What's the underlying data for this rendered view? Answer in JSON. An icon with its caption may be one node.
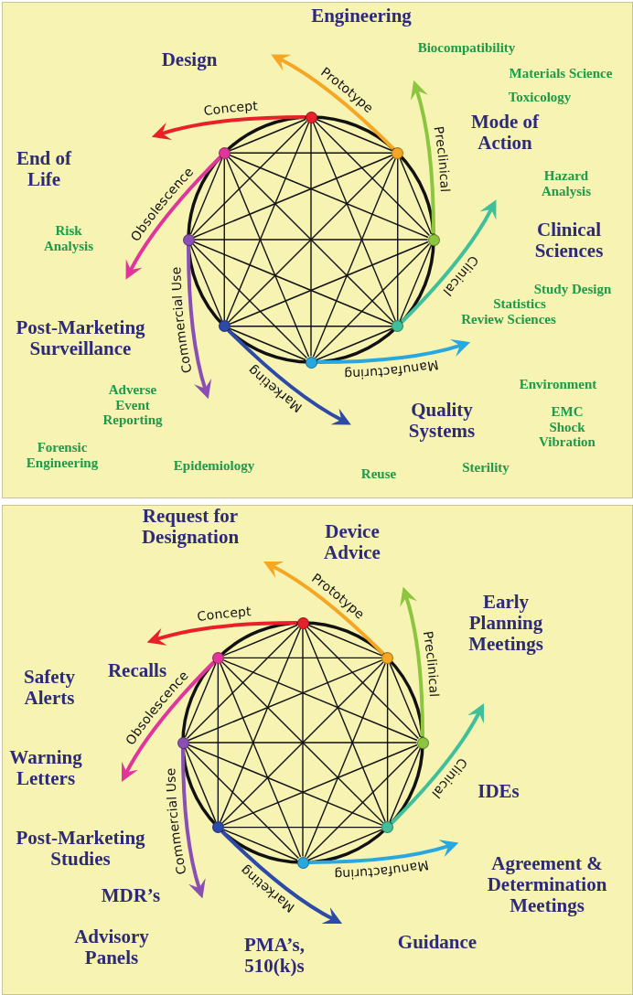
{
  "diagram": {
    "nodes": [
      {
        "text": [],
        "shape": "circle"
      },
      {
        "text": [],
        "shape": "circle"
      },
      {
        "text": [],
        "shape": "circle"
      },
      {
        "text": [],
        "shape": "circle"
      },
      {
        "text": [],
        "shape": "circle"
      },
      {
        "text": [],
        "shape": "circle"
      },
      {
        "text": [],
        "shape": "circle"
      },
      {
        "text": [],
        "shape": "circle"
      },
      {
        "text": [],
        "shape": "circle"
      },
      {
        "text": [],
        "shape": "circle"
      },
      {
        "text": [],
        "shape": "circle"
      },
      {
        "text": [],
        "shape": "circle"
      },
      {
        "text": [],
        "shape": "circle"
      },
      {
        "text": [],
        "shape": "circle"
      },
      {
        "text": [],
        "shape": "circle"
      },
      {
        "text": [],
        "shape": "circle"
      }
    ],
    "edges": [
      {
        "from": 0,
        "to": null,
        "arrow": "to",
        "label": "Concept",
        "style": "thick",
        "color": "#e8202a"
      },
      {
        "from": 1,
        "to": null,
        "arrow": "to",
        "label": "Prototype",
        "style": "thick",
        "color": "#f5a623"
      },
      {
        "from": 2,
        "to": null,
        "arrow": "to",
        "label": "Preclinical",
        "style": "thick",
        "color": "#8cc63f"
      },
      {
        "from": 3,
        "to": null,
        "arrow": "to",
        "label": "Clinical",
        "style": "thick",
        "color": "#3fbf9a"
      },
      {
        "from": 4,
        "to": null,
        "arrow": "to",
        "label": "Manufacturing",
        "style": "thick",
        "color": "#29a8e0"
      },
      {
        "from": 5,
        "to": null,
        "arrow": "to",
        "label": "Marketing",
        "style": "thick",
        "color": "#2e4aa8"
      },
      {
        "from": 6,
        "to": null,
        "arrow": "to",
        "label": "Commercial Use",
        "style": "thick",
        "color": "#8a4fb5"
      },
      {
        "from": 7,
        "to": null,
        "arrow": "to",
        "label": "Obsolescence",
        "style": "thick",
        "color": "#e0359a"
      },
      {
        "from": 0,
        "to": 1,
        "arrow": "none"
      },
      {
        "from": 0,
        "to": 2,
        "arrow": "none"
      },
      {
        "from": 0,
        "to": 3,
        "arrow": "none"
      },
      {
        "from": 0,
        "to": 4,
        "arrow": "none"
      },
      {
        "from": 0,
        "to": 5,
        "arrow": "none"
      },
      {
        "from": 0,
        "to": 6,
        "arrow": "none"
      },
      {
        "from": 0,
        "to": 7,
        "arrow": "none"
      },
      {
        "from": 1,
        "to": 2,
        "arrow": "none"
      },
      {
        "from": 1,
        "to": 3,
        "arrow": "none"
      },
      {
        "from": 1,
        "to": 4,
        "arrow": "none"
      },
      {
        "from": 1,
        "to": 5,
        "arrow": "none"
      },
      {
        "from": 1,
        "to": 6,
        "arrow": "none"
      },
      {
        "from": 1,
        "to": 7,
        "arrow": "none"
      },
      {
        "from": 2,
        "to": 3,
        "arrow": "none"
      },
      {
        "from": 2,
        "to": 4,
        "arrow": "none"
      },
      {
        "from": 2,
        "to": 5,
        "arrow": "none"
      },
      {
        "from": 2,
        "to": 6,
        "arrow": "none"
      },
      {
        "from": 2,
        "to": 7,
        "arrow": "none"
      },
      {
        "from": 3,
        "to": 4,
        "arrow": "none"
      },
      {
        "from": 3,
        "to": 5,
        "arrow": "none"
      },
      {
        "from": 3,
        "to": 6,
        "arrow": "none"
      },
      {
        "from": 3,
        "to": 7,
        "arrow": "none"
      },
      {
        "from": 4,
        "to": 5,
        "arrow": "none"
      },
      {
        "from": 4,
        "to": 6,
        "arrow": "none"
      },
      {
        "from": 4,
        "to": 7,
        "arrow": "none"
      },
      {
        "from": 5,
        "to": 6,
        "arrow": "none"
      },
      {
        "from": 5,
        "to": 7,
        "arrow": "none"
      },
      {
        "from": 6,
        "to": 7,
        "arrow": "none"
      },
      {
        "from": 8,
        "to": null,
        "arrow": "to",
        "label": "Concept",
        "style": "thick",
        "color": "#e8202a"
      },
      {
        "from": 9,
        "to": null,
        "arrow": "to",
        "label": "Prototype",
        "style": "thick",
        "color": "#f5a623"
      },
      {
        "from": 10,
        "to": null,
        "arrow": "to",
        "label": "Preclinical",
        "style": "thick",
        "color": "#8cc63f"
      },
      {
        "from": 11,
        "to": null,
        "arrow": "to",
        "label": "Clinical",
        "style": "thick",
        "color": "#3fbf9a"
      },
      {
        "from": 12,
        "to": null,
        "arrow": "to",
        "label": "Manufacturing",
        "style": "thick",
        "color": "#29a8e0"
      },
      {
        "from": 13,
        "to": null,
        "arrow": "to",
        "label": "Marketing",
        "style": "thick",
        "color": "#2e4aa8"
      },
      {
        "from": 14,
        "to": null,
        "arrow": "to",
        "label": "Commercial Use",
        "style": "thick",
        "color": "#8a4fb5"
      },
      {
        "from": 15,
        "to": null,
        "arrow": "to",
        "label": "Obsolescence",
        "style": "thick",
        "color": "#e0359a"
      },
      {
        "from": 8,
        "to": 9,
        "arrow": "none"
      },
      {
        "from": 8,
        "to": 10,
        "arrow": "none"
      },
      {
        "from": 8,
        "to": 11,
        "arrow": "none"
      },
      {
        "from": 8,
        "to": 12,
        "arrow": "none"
      },
      {
        "from": 8,
        "to": 13,
        "arrow": "none"
      },
      {
        "from": 8,
        "to": 14,
        "arrow": "none"
      },
      {
        "from": 8,
        "to": 15,
        "arrow": "none"
      },
      {
        "from": 9,
        "to": 10,
        "arrow": "none"
      },
      {
        "from": 9,
        "to": 11,
        "arrow": "none"
      },
      {
        "from": 9,
        "to": 12,
        "arrow": "none"
      },
      {
        "from": 9,
        "to": 13,
        "arrow": "none"
      },
      {
        "from": 9,
        "to": 14,
        "arrow": "none"
      },
      {
        "from": 9,
        "to": 15,
        "arrow": "none"
      },
      {
        "from": 10,
        "to": 11,
        "arrow": "none"
      },
      {
        "from": 10,
        "to": 12,
        "arrow": "none"
      },
      {
        "from": 10,
        "to": 13,
        "arrow": "none"
      },
      {
        "from": 10,
        "to": 14,
        "arrow": "none"
      },
      {
        "from": 10,
        "to": 15,
        "arrow": "none"
      },
      {
        "from": 11,
        "to": 12,
        "arrow": "none"
      },
      {
        "from": 11,
        "to": 13,
        "arrow": "none"
      },
      {
        "from": 11,
        "to": 14,
        "arrow": "none"
      },
      {
        "from": 11,
        "to": 15,
        "arrow": "none"
      },
      {
        "from": 12,
        "to": 13,
        "arrow": "none"
      },
      {
        "from": 12,
        "to": 14,
        "arrow": "none"
      },
      {
        "from": 12,
        "to": 15,
        "arrow": "none"
      },
      {
        "from": 13,
        "to": 14,
        "arrow": "none"
      },
      {
        "from": 13,
        "to": 15,
        "arrow": "none"
      },
      {
        "from": 14,
        "to": 15,
        "arrow": "none"
      }
    ],
    "labels": [
      "Engineering",
      "Design",
      "Biocompatibility",
      "Materials Science",
      "Toxicology",
      "Mode of Action",
      "End of Life",
      "Hazard Analysis",
      "Risk Analysis",
      "Clinical Sciences",
      "Study Design",
      "Statistics",
      "Post-Marketing Surveillance",
      "Review Sciences",
      "Adverse Event Reporting",
      "Environment",
      "Quality Systems",
      "EMC Shock Vibration",
      "Forensic Engineering",
      "Epidemiology",
      "Reuse",
      "Sterility",
      "Request for Designation",
      "Device Advice",
      "Early Planning Meetings",
      "Recalls",
      "Safety Alerts",
      "Warning Letters",
      "IDEs",
      "Post-Marketing Studies",
      "Agreement & Determination Meetings",
      "MDR’s",
      "Advisory Panels",
      "PMA’s, 510(k)s",
      "Guidance"
    ]
  }
}
